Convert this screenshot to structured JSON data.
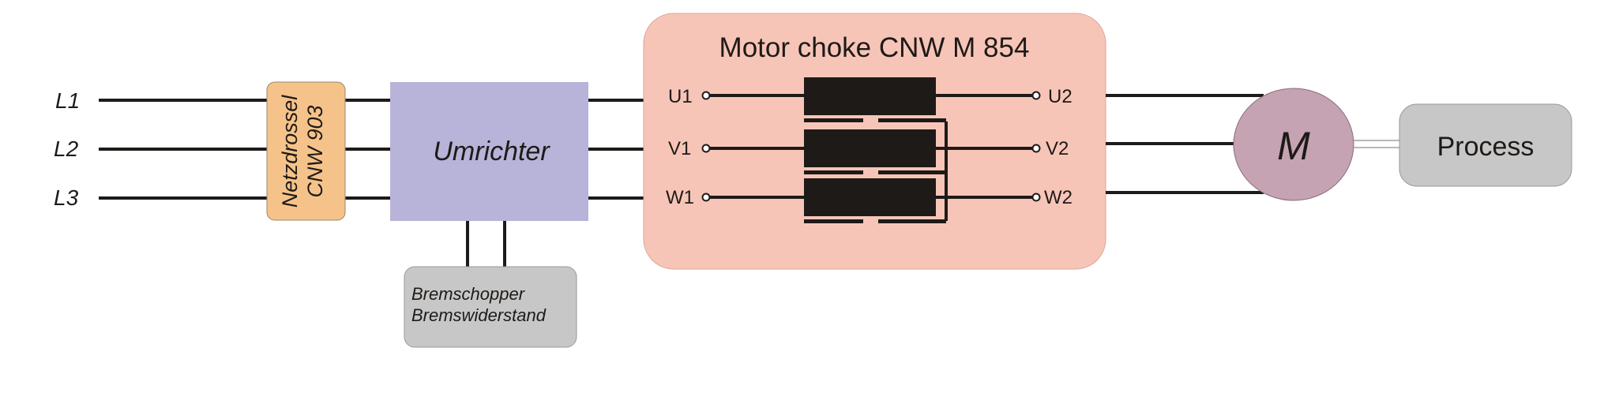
{
  "lines": {
    "phase_labels": [
      "L1",
      "L2",
      "L3"
    ]
  },
  "netzdrossel": {
    "line1": "Netzdrossel",
    "line2": "CNW 903",
    "color": "#f5c38a"
  },
  "umrichter": {
    "label": "Umrichter",
    "color": "#b8b3d8"
  },
  "brake": {
    "line1": "Bremschopper",
    "line2": "Bremswiderstand",
    "color": "#c7c7c7"
  },
  "choke": {
    "title": "Motor choke CNW M 854",
    "inputs": [
      "U1",
      "V1",
      "W1"
    ],
    "outputs": [
      "U2",
      "V2",
      "W2"
    ],
    "color": "#f7c5b8"
  },
  "motor": {
    "label": "M",
    "color": "#c5a3b3"
  },
  "process": {
    "label": "Process",
    "color": "#c7c7c7"
  }
}
